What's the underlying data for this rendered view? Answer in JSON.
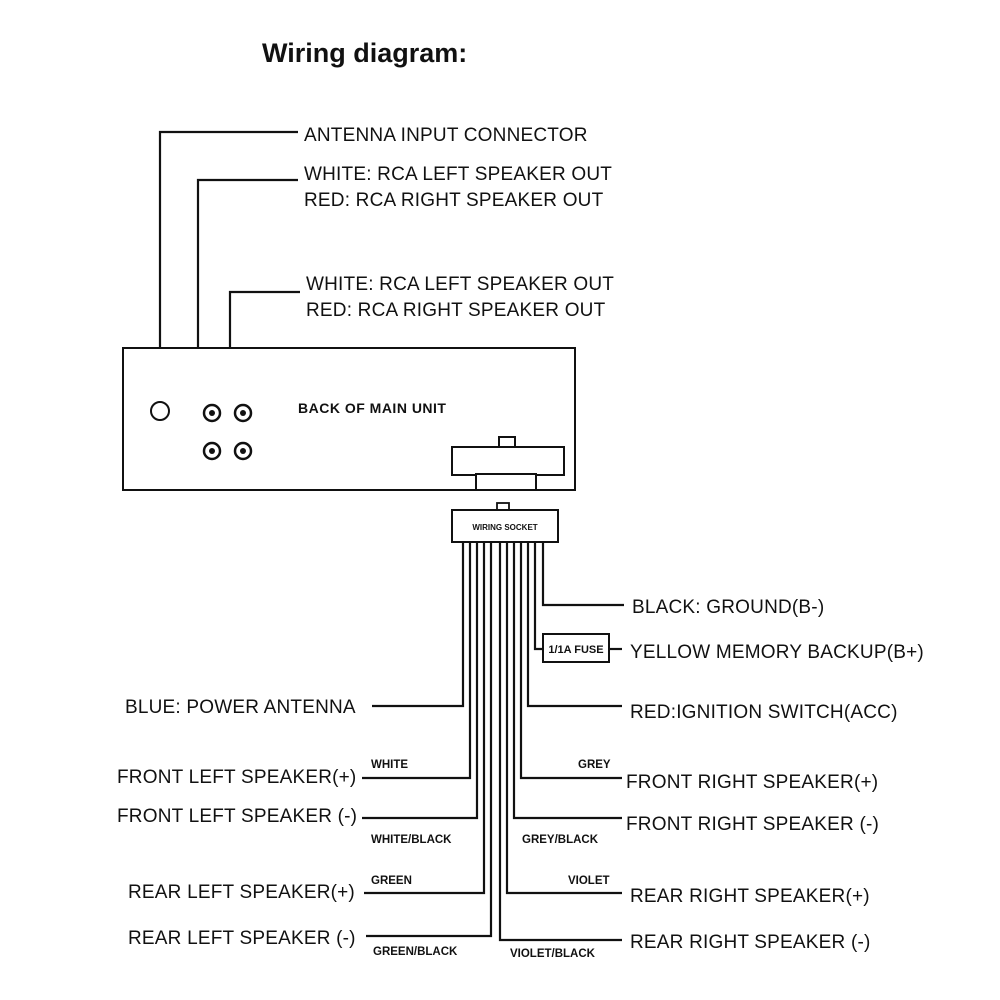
{
  "title": "Wiring diagram:",
  "unit": {
    "back_label": "BACK OF MAIN UNIT",
    "socket_label": "WIRING SOCKET",
    "fuse_label": "1/1A FUSE"
  },
  "top_labels": {
    "antenna": "ANTENNA INPUT CONNECTOR",
    "rca1_white": "WHITE: RCA LEFT SPEAKER OUT",
    "rca1_red": "RED: RCA RIGHT SPEAKER OUT",
    "rca2_white": "WHITE: RCA LEFT SPEAKER OUT",
    "rca2_red": "RED: RCA RIGHT SPEAKER OUT"
  },
  "right_labels": {
    "ground": "BLACK: GROUND(B-)",
    "memory": "YELLOW MEMORY BACKUP(B+)",
    "ignition": "RED:IGNITION SWITCH(ACC)",
    "front_right_plus": "FRONT RIGHT SPEAKER(+)",
    "front_right_minus": "FRONT RIGHT SPEAKER (-)",
    "rear_right_plus": "REAR RIGHT SPEAKER(+)",
    "rear_right_minus": "REAR RIGHT SPEAKER (-)"
  },
  "left_labels": {
    "power_antenna": "BLUE: POWER ANTENNA",
    "front_left_plus": "FRONT LEFT SPEAKER(+)",
    "front_left_minus": "FRONT LEFT SPEAKER (-)",
    "rear_left_plus": "REAR LEFT SPEAKER(+)",
    "rear_left_minus": "REAR LEFT SPEAKER (-)"
  },
  "wire_colors": {
    "white": "WHITE",
    "white_black": "WHITE/BLACK",
    "green": "GREEN",
    "green_black": "GREEN/BLACK",
    "grey": "GREY",
    "grey_black": "GREY/BLACK",
    "violet": "VIOLET",
    "violet_black": "VIOLET/BLACK"
  }
}
